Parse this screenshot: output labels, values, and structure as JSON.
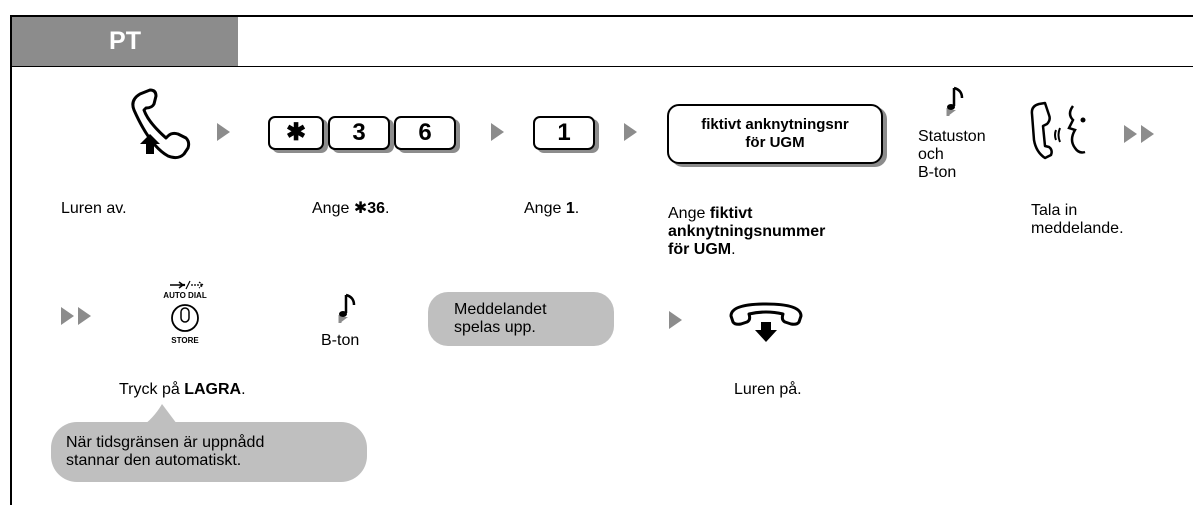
{
  "header": {
    "label": "PT"
  },
  "steps": {
    "off_hook": {
      "caption": "Luren av."
    },
    "keys_feature": {
      "keys": [
        "✱",
        "3",
        "6"
      ],
      "caption_prefix": "Ange ",
      "caption_star": "✱",
      "caption_bold": "36",
      "caption_suffix": "."
    },
    "key_one": {
      "key": "1",
      "caption_prefix": "Ange ",
      "caption_bold": "1",
      "caption_suffix": "."
    },
    "virtual_ext": {
      "box_line1": "fiktivt anknytningsnr",
      "box_line2": "för UGM",
      "caption_prefix": "Ange ",
      "caption_bold_1": "fiktivt",
      "caption_bold_2": "anknytningsnummer",
      "caption_bold_3": "för UGM",
      "caption_suffix": "."
    },
    "tone1": {
      "line1": "Statuston",
      "line2": "och",
      "line3": "B-ton"
    },
    "talk": {
      "line1": "Tala in",
      "line2": "meddelande."
    },
    "store": {
      "top_label": "AUTO DIAL",
      "bottom_label": "STORE",
      "caption_prefix": "Tryck på ",
      "caption_bold": "LAGRA",
      "caption_suffix": "."
    },
    "tone2": {
      "label": "B-ton"
    },
    "recorded": {
      "line1": "Meddelandet",
      "line2": "spelas upp."
    },
    "on_hook": {
      "caption": "Luren på."
    },
    "note": {
      "line1": "När tidsgränsen är uppnådd",
      "line2": "stannar den automatiskt."
    }
  },
  "colors": {
    "gray": "#8c8c8c",
    "bubble": "#bfbfbf",
    "line": "#000000"
  },
  "icons": [
    "handset-off-hook-icon",
    "arrow-icon",
    "music-note-icon",
    "speaking-person-icon",
    "double-arrow-icon",
    "store-button-icon",
    "handset-on-hook-icon"
  ]
}
